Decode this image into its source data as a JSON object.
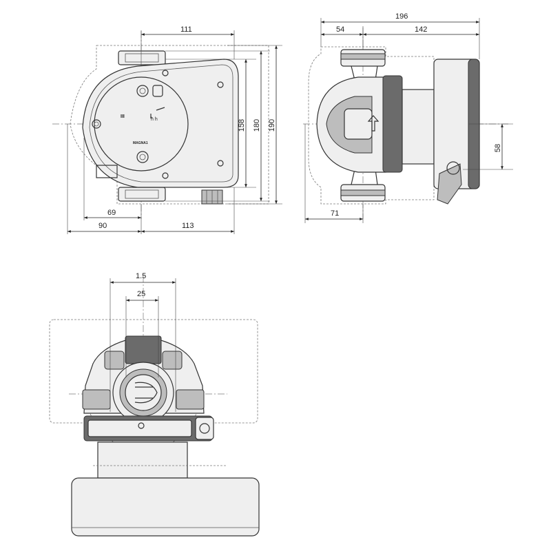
{
  "front_view": {
    "dim_top_width": "111",
    "dim_height_158": "158",
    "dim_height_180": "180",
    "dim_height_190": "190",
    "dim_left_69": "69",
    "dim_left_90": "90",
    "dim_right_113": "113",
    "brand_label": "MAGNA1",
    "panel_symbols": "III"
  },
  "side_view": {
    "dim_total_196": "196",
    "dim_54": "54",
    "dim_142": "142",
    "dim_58": "58",
    "dim_71": "71"
  },
  "bottom_view": {
    "dim_1_5": "1.5",
    "dim_25": "25"
  }
}
